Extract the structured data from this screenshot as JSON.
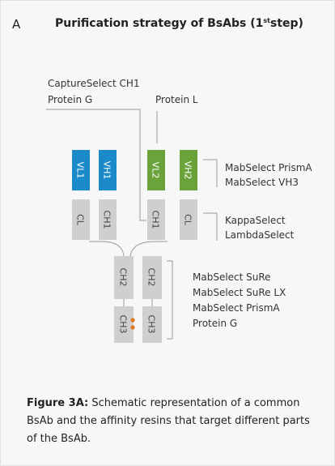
{
  "panel_letter": "A",
  "title": {
    "pre": "Purification strategy of BsAbs (1",
    "sup": "st",
    "post": "step)"
  },
  "labels": {
    "top_left": [
      "CaptureSelect CH1",
      "Protein G"
    ],
    "top_right": [
      "Protein L"
    ],
    "right_vh": [
      "MabSelect PrismA",
      "MabSelect VH3"
    ],
    "right_light": [
      "KappaSelect",
      "LambdaSelect"
    ],
    "right_fc": [
      "MabSelect SuRe",
      "MabSelect SuRe LX",
      "MabSelect PrismA",
      "Protein G"
    ]
  },
  "domains": {
    "vl1": "VL1",
    "vh1": "VH1",
    "vl2": "VL2",
    "vh2": "VH2",
    "cl_left": "CL",
    "ch1_left": "CH1",
    "ch1_right": "CH1",
    "cl_right": "CL",
    "ch2_left": "CH2",
    "ch2_right": "CH2",
    "ch3_left": "CH3",
    "ch3_right": "CH3"
  },
  "colors": {
    "blue_domain": "#1a8ac8",
    "green_domain": "#6aa33a",
    "grey_domain": "#cfcfcf",
    "knob_hole_dot": "#e07820",
    "line": "#9a9a9a"
  },
  "caption": {
    "bold": "Figure 3A:",
    "text": " Schematic representation of a common BsAb and the affinity resins that target different parts of the BsAb."
  }
}
